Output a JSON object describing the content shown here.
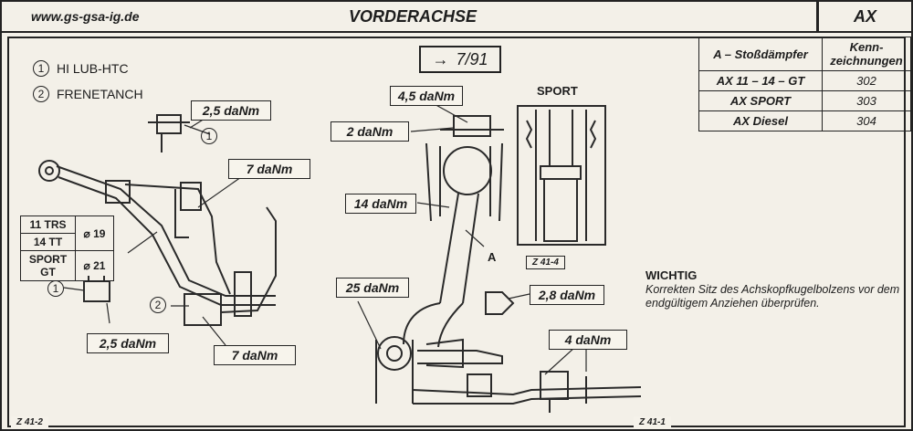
{
  "header": {
    "site": "www.gs-gsa-ig.de",
    "title": "VORDERACHSE",
    "model": "AX"
  },
  "legend": [
    {
      "num": "1",
      "text": "HI LUB-HTC"
    },
    {
      "num": "2",
      "text": "FRENETANCH"
    }
  ],
  "reference": {
    "arrow": "→",
    "value": "7/91"
  },
  "sport_label": "SPORT",
  "torques": {
    "t1": "2,5 daNm",
    "t2": "7 daNm",
    "t3": "2,5 daNm",
    "t4": "7 daNm",
    "t5": "4,5 daNm",
    "t6": "2 daNm",
    "t7": "14 daNm",
    "t8": "25 daNm",
    "t9": "2,8 daNm",
    "t10": "4 daNm"
  },
  "callouts": {
    "c1a": "1",
    "c1b": "1",
    "c2": "2",
    "pointA": "A"
  },
  "figure_refs": {
    "z41_2": "Z 41-2",
    "z41_1": "Z 41-1",
    "z41_4": "Z 41-4"
  },
  "spec": {
    "rows": [
      {
        "model": "11 TRS",
        "size": "⌀ 19"
      },
      {
        "model": "14 TT",
        "size": ""
      },
      {
        "model": "SPORT GT",
        "size": "⌀ 21"
      }
    ]
  },
  "shock_table": {
    "headers": [
      "A – Stoßdämpfer",
      "Kenn-zeichnungen"
    ],
    "rows": [
      {
        "model": "AX 11 – 14 – GT",
        "code": "302"
      },
      {
        "model": "AX SPORT",
        "code": "303"
      },
      {
        "model": "AX Diesel",
        "code": "304"
      }
    ]
  },
  "note": {
    "title": "WICHTIG",
    "text": "Korrekten Sitz des Achskopfkugelbolzens vor dem endgültigem Anziehen überprüfen."
  }
}
